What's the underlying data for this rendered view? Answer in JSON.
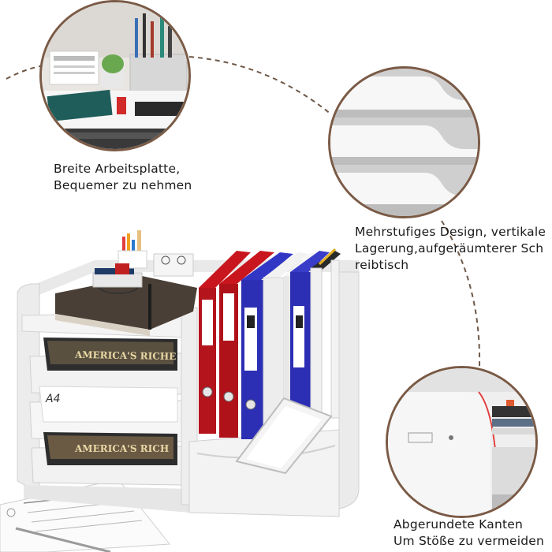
{
  "captions": {
    "top_left": [
      "Breite Arbeitsplatte,",
      "Bequemer zu nehmen"
    ],
    "right_middle": [
      "Mehrstufiges Design, vertikale",
      "Lagerung,aufgeräumterer Sch",
      "reibtisch"
    ],
    "bottom_right": [
      "Abgerundete Kanten",
      "Um Stöße zu vermeiden"
    ]
  },
  "product_prints": {
    "tray_top_magazine": "AMERICA'S RICHE",
    "tray_paper_label": "A4",
    "tray_bottom_magazine": "AMERICA'S RICH"
  },
  "colors": {
    "circle_border": "#7a5a45",
    "dashed_line": "#6e5848",
    "binder_red": "#b4141c",
    "binder_blue": "#2c2fb4",
    "organizer_white": "#f2f2f2"
  }
}
